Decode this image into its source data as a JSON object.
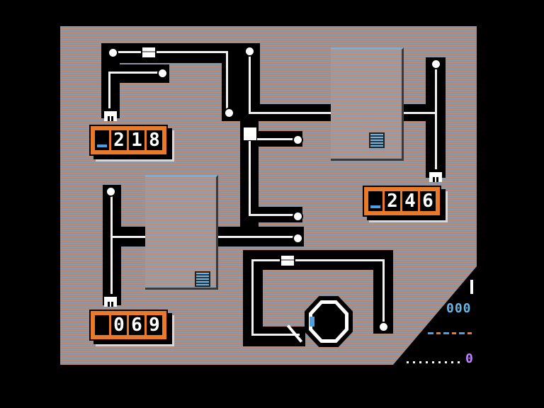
{
  "game": {
    "counters": [
      {
        "id": "counter-top-left",
        "digits": [
          "2",
          "1",
          "8"
        ]
      },
      {
        "id": "counter-right",
        "digits": [
          "2",
          "4",
          "6"
        ]
      },
      {
        "id": "counter-bottom-left",
        "digits": [
          "0",
          "6",
          "9"
        ]
      }
    ],
    "hud": {
      "score": "000",
      "lives": "0"
    }
  },
  "colors": {
    "board_red": "#c88a6c",
    "board_gray": "#8c94a2",
    "counter_orange": "#e87a2a",
    "accent_blue": "#6ab4e6",
    "lives_purple": "#c080ff"
  }
}
